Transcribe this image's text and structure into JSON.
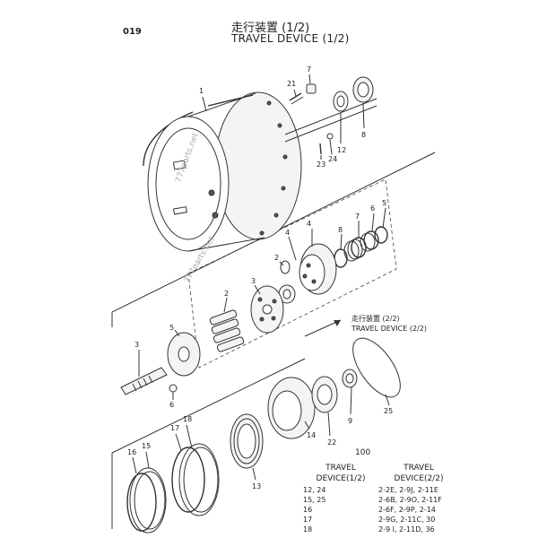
{
  "header": {
    "page_number": "019",
    "title_ja": "走行装置 (1/2)",
    "title_en": "TRAVEL DEVICE (1/2)"
  },
  "callouts": {
    "c1": "1",
    "c2": "2",
    "c3": "3",
    "c3b": "3",
    "c4": "4",
    "c5": "5",
    "c5b": "5",
    "c6": "6",
    "c7": "7",
    "c7b": "7",
    "c8": "8",
    "c8b": "8",
    "c9": "9",
    "c12": "12",
    "c13": "13",
    "c14": "14",
    "c15": "15",
    "c16": "16",
    "c17": "17",
    "c18": "18",
    "c21": "21",
    "c22": "22",
    "c23": "23",
    "c24": "24",
    "c25": "25"
  },
  "ref_label": {
    "ja": "走行装置 (2/2)",
    "en": "TRAVEL DEVICE (2/2)"
  },
  "watermarks": [
    "777parts.net",
    "777parts.net"
  ],
  "table": {
    "group": "100",
    "col1": "TRAVEL\nDEVICE(1/2)",
    "col2": "TRAVEL\nDEVICE(2/2)",
    "rows": [
      {
        "a": "12, 24",
        "b": "2-2E,  2-9J,   2-11E"
      },
      {
        "a": "15, 25",
        "b": "2-6B,  2-9O,   2-11F"
      },
      {
        "a": "16",
        "b": "2-6F,  2-9P,   2-14"
      },
      {
        "a": "17",
        "b": "2-9G,  2-11C,  30"
      },
      {
        "a": "18",
        "b": "2-9 I,  2-11D,  36"
      }
    ]
  }
}
